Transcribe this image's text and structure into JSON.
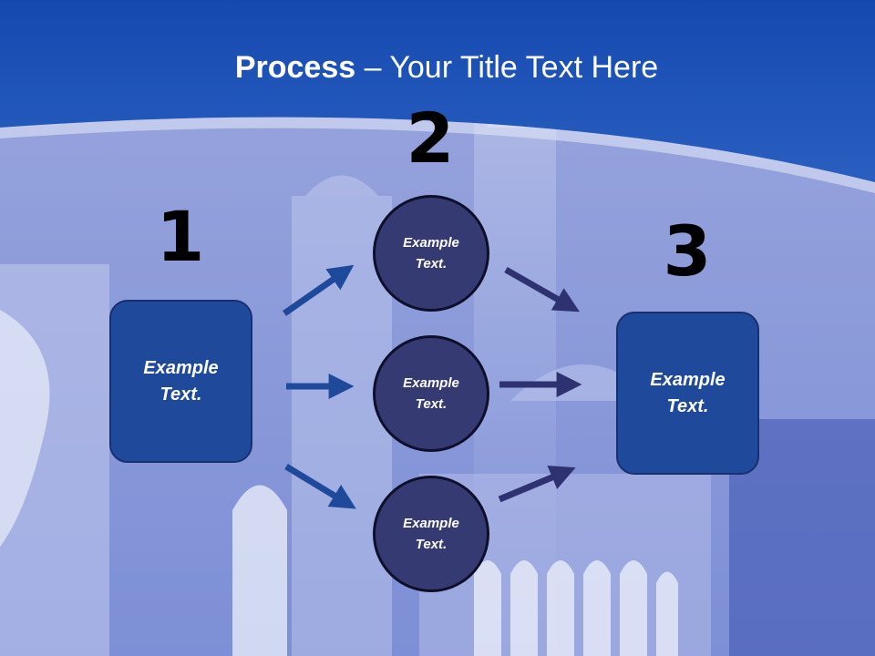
{
  "title": {
    "bold": "Process",
    "rest": " – Your Title Text Here"
  },
  "steps": [
    {
      "number": "1",
      "text": "Example\nText."
    },
    {
      "number": "2",
      "items": [
        "Example\nText.",
        "Example\nText.",
        "Example\nText."
      ]
    },
    {
      "number": "3",
      "text": "Example\nText."
    }
  ],
  "colors": {
    "box": "#1f4a9c",
    "circle": "#363a73",
    "arrow_left": "#1f4a9c",
    "arrow_right": "#2f3270",
    "header": "#1c4fb0"
  }
}
